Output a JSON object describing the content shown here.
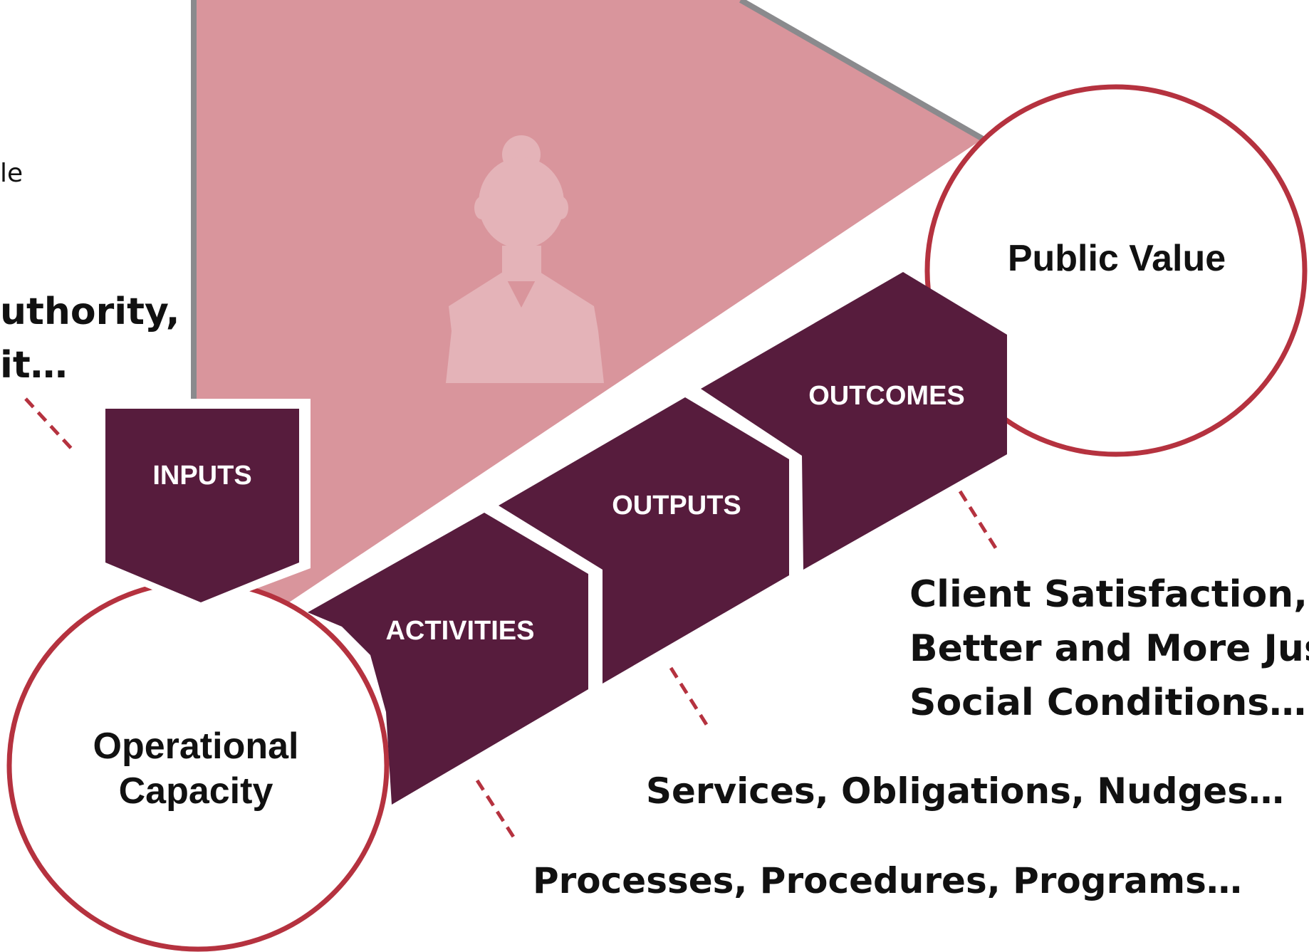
{
  "colors": {
    "triangle": "#d9959c",
    "triangle_edge": "#8a8a8d",
    "step_fill": "#571c3d",
    "circle_edge": "#b5323f",
    "dash": "#b5323f",
    "person": "#e4b3b8"
  },
  "icons": {
    "person": "person-icon"
  },
  "steps": {
    "inputs": "INPUTS",
    "activities": "ACTIVITIES",
    "outputs": "OUTPUTS",
    "outcomes": "OUTCOMES"
  },
  "circles": {
    "public_value": "Public Value",
    "operational_capacity": [
      "Operational",
      "Capacity"
    ]
  },
  "notes": {
    "outcomes": [
      "Client Satisfaction,",
      "Better and More Just",
      "Social Conditions…"
    ],
    "outputs": "Services, Obligations, Nudges…",
    "activities": "Processes, Procedures, Programs…"
  },
  "cropped_left": {
    "small": "le",
    "line1": "uthority,",
    "line2": "it…"
  }
}
